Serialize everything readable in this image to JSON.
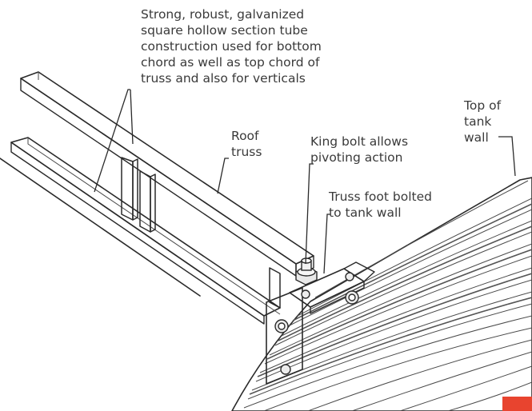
{
  "diagram": {
    "callouts": [
      {
        "id": "tube",
        "lines": [
          "Strong, robust, galvanized",
          "square hollow section tube",
          "construction used for bottom",
          "chord as well as top chord of",
          "truss and also for verticals"
        ]
      },
      {
        "id": "roof_truss",
        "lines": [
          "Roof",
          "truss"
        ]
      },
      {
        "id": "king_bolt",
        "lines": [
          "King bolt allows",
          "pivoting action"
        ]
      },
      {
        "id": "truss_foot",
        "lines": [
          "Truss foot bolted",
          "to tank wall"
        ]
      },
      {
        "id": "tank_wall",
        "lines": [
          "Top of",
          "tank",
          "wall"
        ]
      }
    ],
    "colors": {
      "ink": "#2a2a2a",
      "text": "#3a3a3a",
      "metal_light": "#f2f2f2",
      "metal_shade": "#d9d9d9",
      "accent": "#e8442f"
    }
  }
}
